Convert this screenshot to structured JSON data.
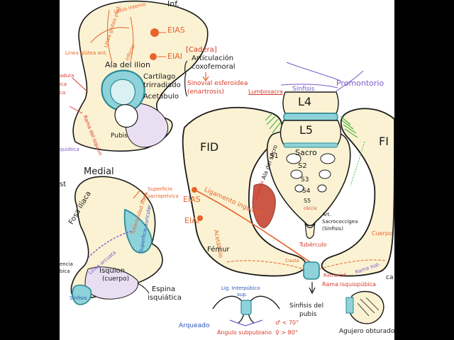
{
  "colors": {
    "bone": "#faf2d2",
    "cartilage": "#8fd3da",
    "cartilage_dark": "#2a8a96",
    "pubis_lilac": "#eadff2",
    "ligament": "#e8632b",
    "muscle": "#c43a26",
    "nerve_green": "#4bb543",
    "nerve_purple": "#7a5cc7"
  },
  "top_left": {
    "inf": "Inf.",
    "labio_interno": "Labio interno",
    "linea_glutea_ant": "Línea glútea ant.",
    "linea_glutea_post": "Línea glútea post.",
    "linea_glutea_inf": "inferior",
    "eias": "EIAS",
    "eiai": "EIAI",
    "ala_del_ilion": "Ala del ilion",
    "cadera": "[Cadera]",
    "articulacion": "Articulación",
    "coxofemoral": "coxofemoral",
    "sinovial": "Sinovial esferoidea",
    "enartrosis": "(enartrosis)",
    "cartilago": "Cartílago",
    "trirradiado": "trirradiado",
    "acetabulo": "Acetábulo",
    "pubis": "Pubis",
    "rama_del_isquion": "Rama del isquion",
    "adura": "adura",
    "ica": "ica",
    "ca": "ca",
    "isquiatica": "quiática"
  },
  "medial": {
    "heading": "Medial",
    "st": "st",
    "fosa_iliaca": "Fosa ilíaca",
    "superficie": "Superficie",
    "sacropelvica": "sacropelvica",
    "tuberosidad": "Tuberosidad ilíaca",
    "superficie_auricular": "Superficie auricular",
    "linea_arcuata": "Línea arcuata",
    "isquion": "Isquion",
    "cuerpo": "(cuerpo)",
    "espina": "Espina",
    "isquiatica": "isquiática",
    "sinfisis": "Sínfisis",
    "encia": "encia",
    "bica": "bica"
  },
  "pelvis": {
    "fid": "FID",
    "fii": "FI",
    "l4": "L4",
    "l5": "L5",
    "lumbosacra": "Lumbosacra",
    "sinfisis_lumbo": "Sínfisis",
    "promontorio": "Promontorio",
    "ala_del_sacro": "Ala del sacro",
    "s1": "S1",
    "sacro": "Sacro",
    "s2": "S2",
    "s3": "S3",
    "s4": "S4",
    "s5": "S5",
    "coccix": "cóccix",
    "art": "Art.",
    "sacrococcigea": "Sacrococcígea",
    "sinfisis_sc": "(Sínfisis)",
    "agujero": "Agujero",
    "eias": "EIAS",
    "eiai": "EIAI",
    "ligamento_inguinal": "Ligamento inguinal",
    "acetabulo": "Acetábulo",
    "femur": "Fémur",
    "tuberculo": "Tubérculo",
    "cresta": "Cresta",
    "cuerpo": "Cuerpo",
    "rama_inf": "Rama inf.",
    "rama_sup": "Rama sup.",
    "rama_isquiopubica": "Rama isquiopúbica",
    "sinfisis_del_pubis_1": "Sínfisis del",
    "sinfisis_del_pubis_2": "pubis",
    "ca": "ca"
  },
  "bottom": {
    "lig_interpubico_1": "Lig. Interpúbico",
    "lig_interpubico_2": "sup.",
    "arqueado": "Arqueado",
    "angulo_subpubiano": "Ángulo subpubiano",
    "angle_male": "♂ < 70°",
    "angle_female": "♀ > 80°",
    "agujero_obturado": "Agujero obturado"
  }
}
